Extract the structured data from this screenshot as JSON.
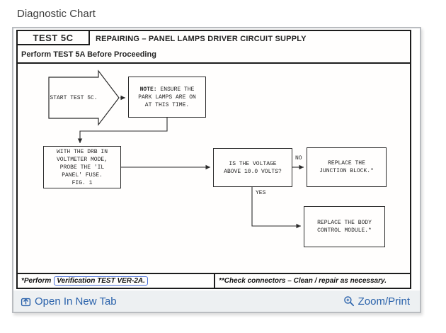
{
  "page": {
    "heading": "Diagnostic Chart"
  },
  "chart": {
    "test_id": "TEST 5C",
    "title": "REPAIRING – PANEL LAMPS DRIVER CIRCUIT SUPPLY",
    "subtitle": "Perform TEST 5A Before Proceeding",
    "nodes": {
      "start": "START TEST 5C.",
      "note_label": "NOTE:",
      "note_text": " ENSURE THE\nPARK LAMPS ARE ON\nAT THIS TIME.",
      "probe": "WITH THE DRB IN\nVOLTMETER MODE,\nPROBE THE 'IL\nPANEL' FUSE.\nFIG. 1",
      "voltage_question": "IS THE VOLTAGE\nABOVE 10.0 VOLTS?",
      "replace_junction": "REPLACE THE\nJUNCTION BLOCK.*",
      "replace_body": "REPLACE THE BODY\nCONTROL MODULE.*"
    },
    "branch_labels": {
      "no": "NO",
      "yes": "YES"
    },
    "footnotes": {
      "left_prefix": "*Perform",
      "left_highlighted": "Verification TEST VER-2A.",
      "right": "**Check connectors – Clean / repair as necessary."
    }
  },
  "toolbar": {
    "open_in_new_tab": "Open In New Tab",
    "zoom_print": "Zoom/Print"
  },
  "colors": {
    "link_blue": "#2a62ab",
    "highlight_outline": "#4a6fd8",
    "chart_ink": "#262626"
  }
}
